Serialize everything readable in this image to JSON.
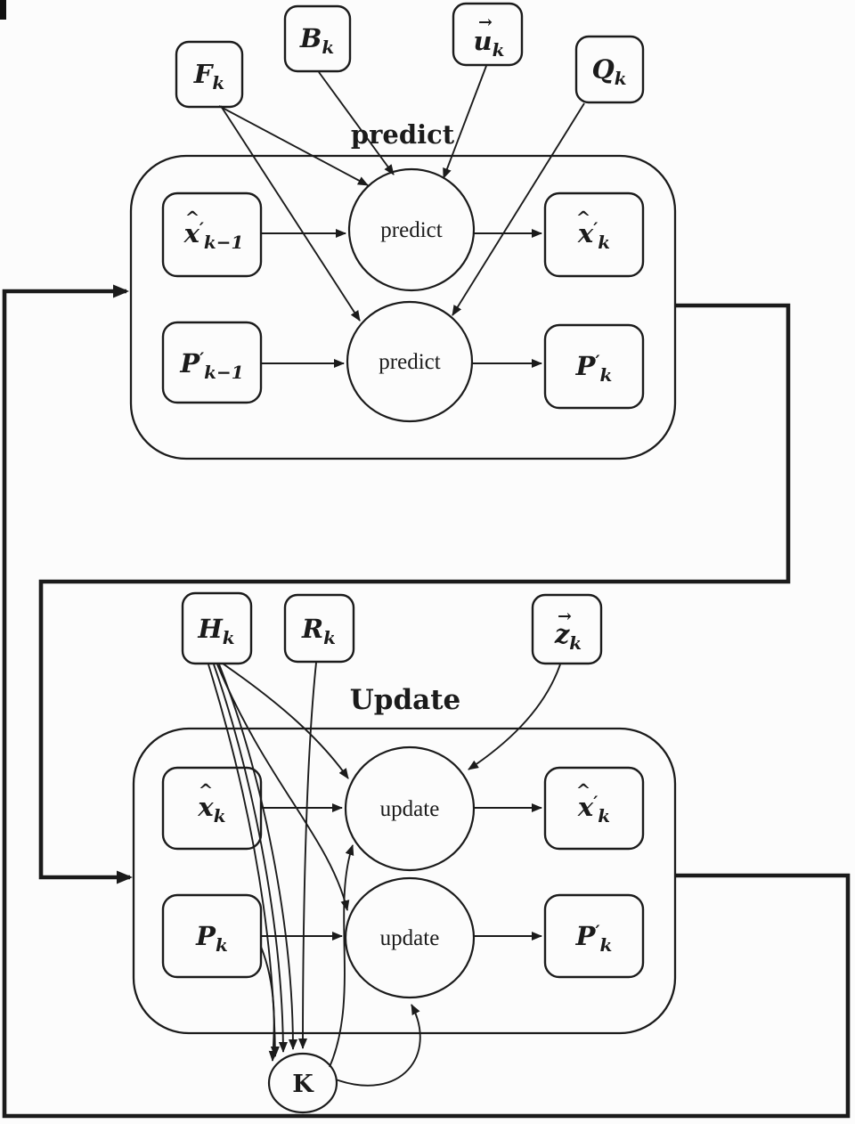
{
  "colors": {
    "ink": "#1b1b1b",
    "background": "#fcfcfc"
  },
  "glyphs": {
    "hat": "^",
    "vec": "→"
  },
  "predict_stage": {
    "title": "predict",
    "op": "predict",
    "inputs": {
      "F": {
        "base": "F",
        "sub": "k"
      },
      "B": {
        "base": "B",
        "sub": "k"
      },
      "u": {
        "base": "u",
        "sub": "k"
      },
      "Q": {
        "base": "Q",
        "sub": "k"
      }
    },
    "state_in": {
      "x": {
        "base": "x",
        "prime": "′",
        "sub": "k−1"
      },
      "P": {
        "base": "P",
        "prime": "′",
        "sub": "k−1"
      }
    },
    "state_out": {
      "x": {
        "base": "x",
        "prime": "′",
        "sub": "k"
      },
      "P": {
        "base": "P",
        "prime": "′",
        "sub": "k"
      }
    }
  },
  "update_stage": {
    "title": "Update",
    "op": "update",
    "gain": "K",
    "inputs": {
      "H": {
        "base": "H",
        "sub": "k"
      },
      "R": {
        "base": "R",
        "sub": "k"
      },
      "z": {
        "base": "z",
        "sub": "k"
      }
    },
    "state_in": {
      "x": {
        "base": "x",
        "sub": "k"
      },
      "P": {
        "base": "P",
        "sub": "k"
      }
    },
    "state_out": {
      "x": {
        "base": "x",
        "prime": "′",
        "sub": "k"
      },
      "P": {
        "base": "P",
        "prime": "′",
        "sub": "k"
      }
    }
  }
}
